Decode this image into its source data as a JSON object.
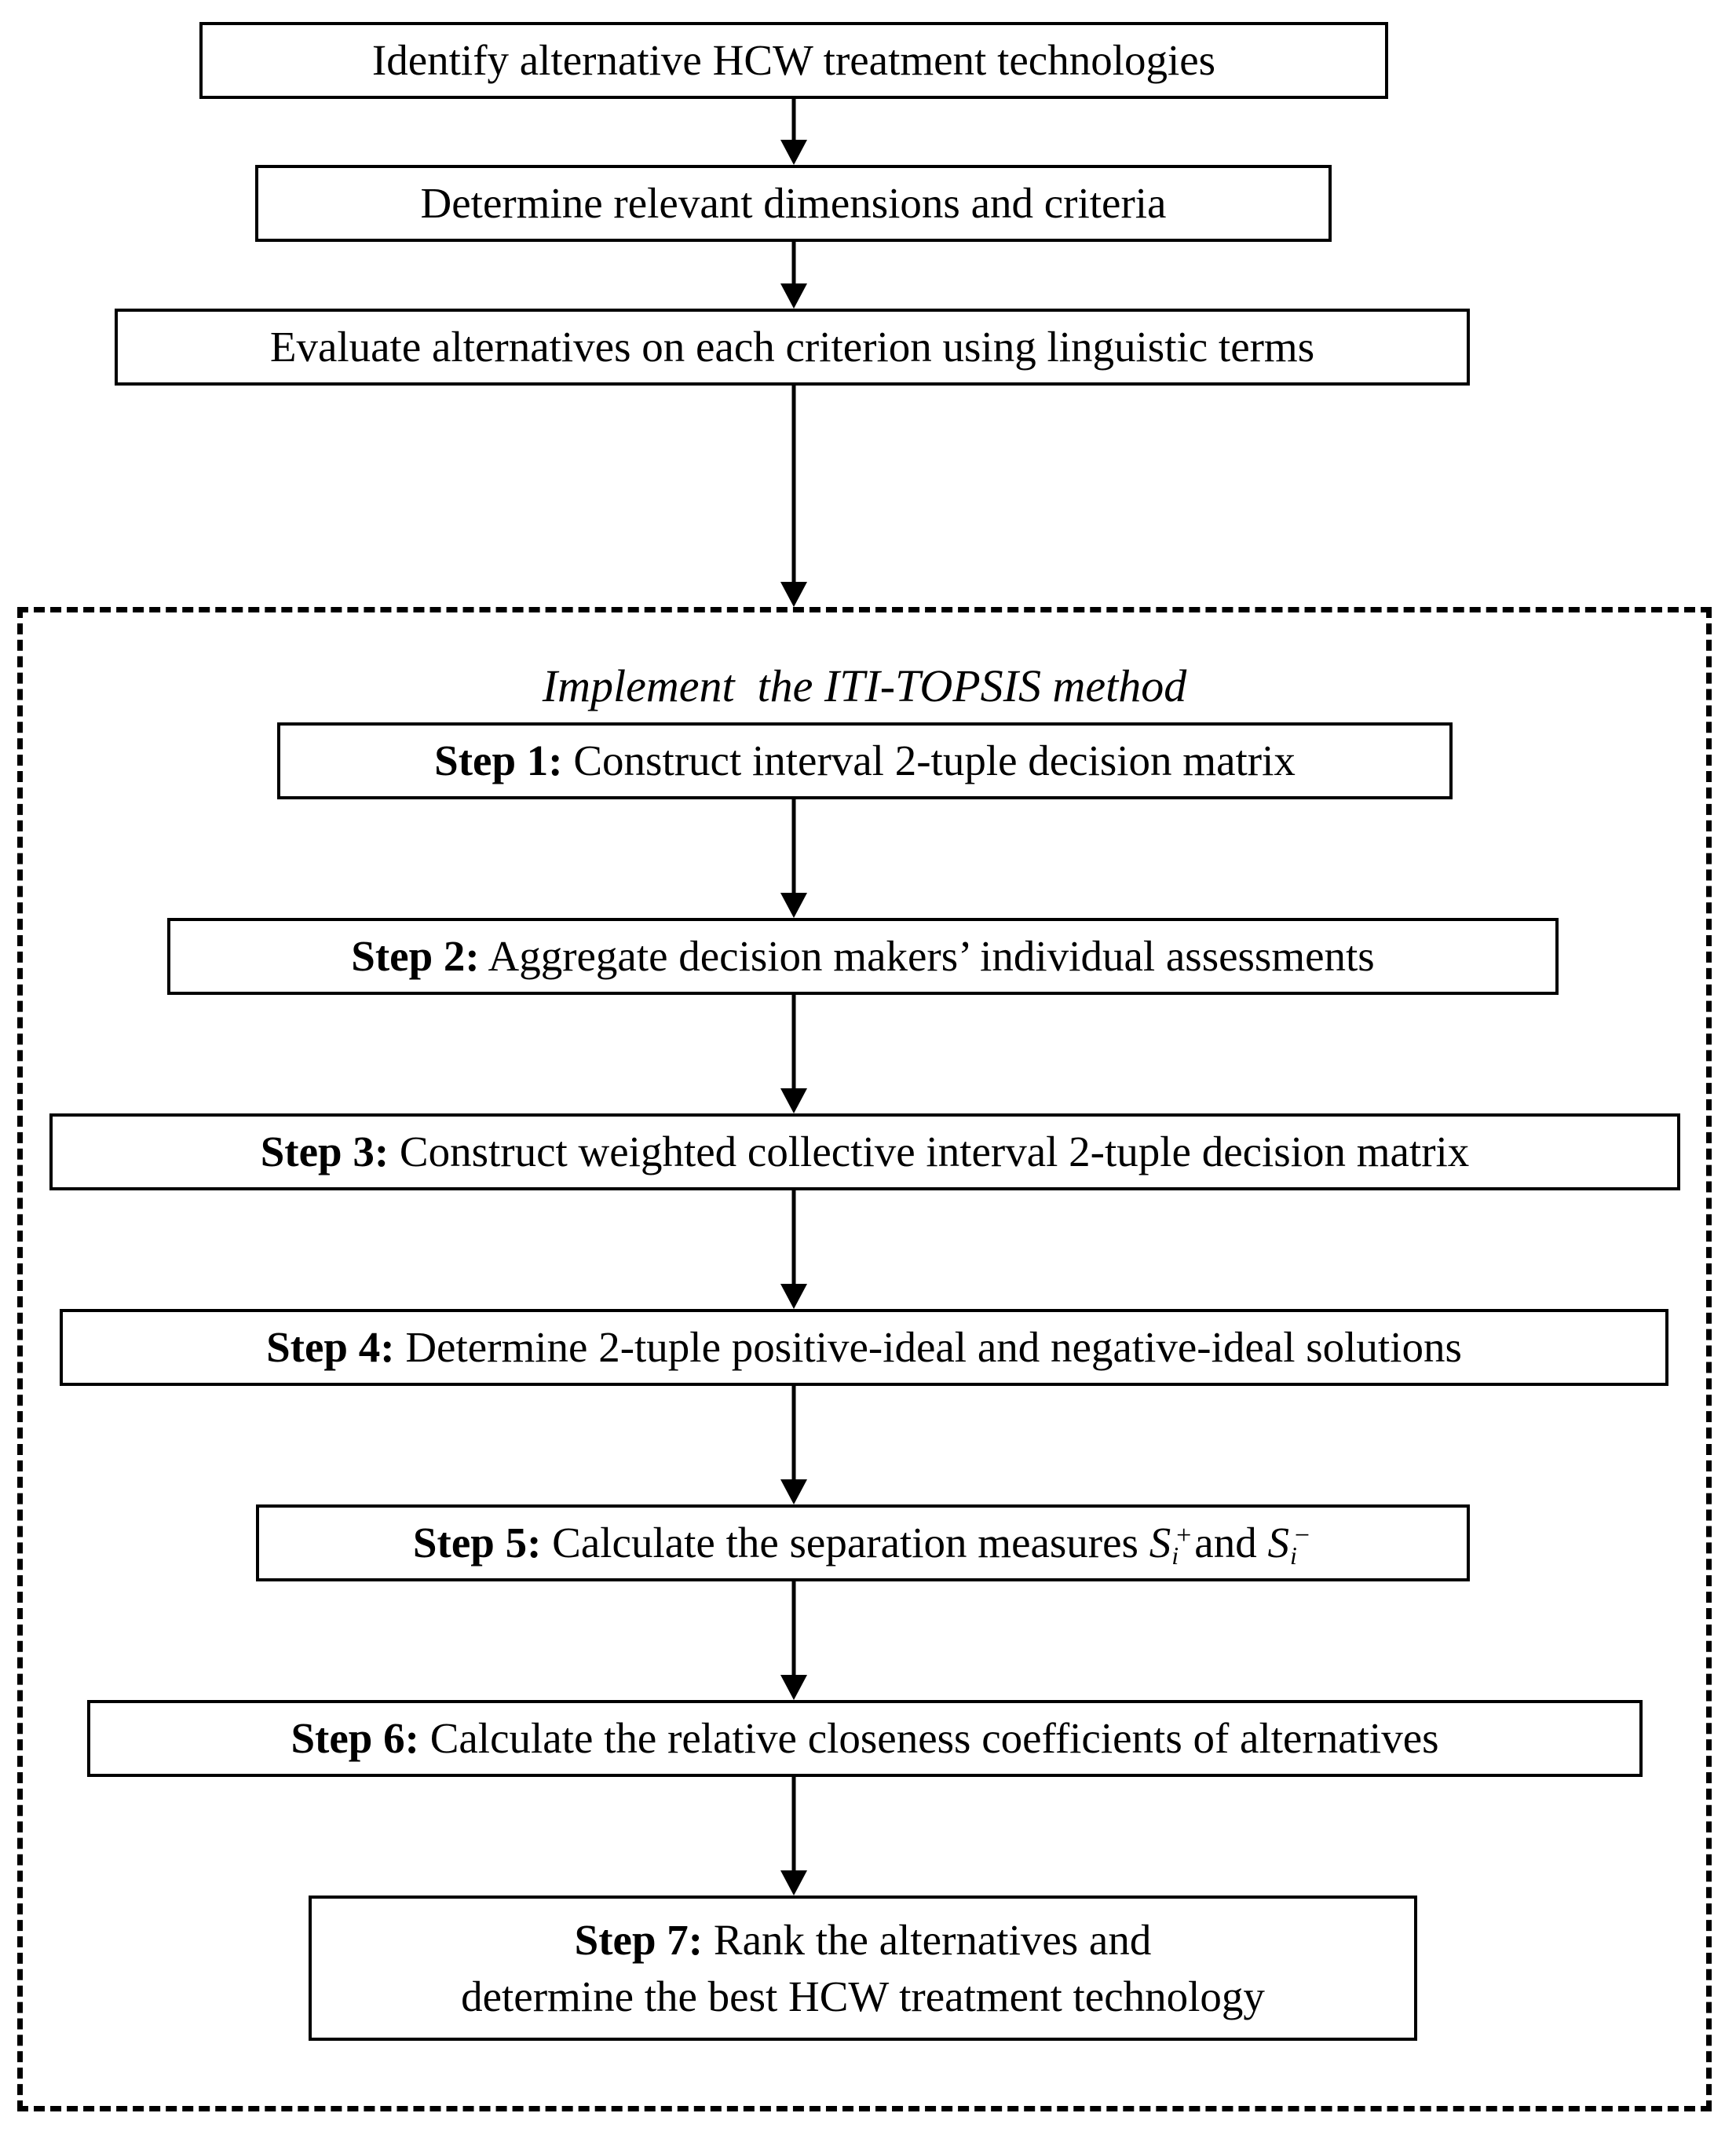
{
  "diagram": {
    "title": "ITI-TOPSIS HCW treatment technology selection flowchart",
    "colors": {
      "line": "#000000",
      "background": "#ffffff",
      "text": "#000000"
    }
  },
  "preliminary_steps": [
    {
      "id": "identify",
      "label": "Identify alternative HCW treatment technologies"
    },
    {
      "id": "determine-criteria",
      "label": "Determine relevant dimensions and criteria"
    },
    {
      "id": "evaluate",
      "label": "Evaluate alternatives on each criterion using linguistic terms"
    }
  ],
  "method_group": {
    "title": "Implement  the ITI-TOPSIS method",
    "border_style": "dashed",
    "steps": [
      {
        "id": "step-1",
        "number": "Step 1:",
        "text": "Construct interval 2-tuple decision matrix"
      },
      {
        "id": "step-2",
        "number": "Step 2:",
        "text": "Aggregate decision makers’ individual assessments"
      },
      {
        "id": "step-3",
        "number": "Step 3:",
        "text": "Construct weighted collective interval 2-tuple decision matrix"
      },
      {
        "id": "step-4",
        "number": "Step 4:",
        "text": "Determine 2-tuple positive-ideal and negative-ideal solutions"
      },
      {
        "id": "step-5",
        "number": "Step 5:",
        "text_before": "Calculate the separation measures",
        "math": {
          "var": "S",
          "sub": "i",
          "sup_positive": "+",
          "sup_negative": "−",
          "conjunction": "and"
        }
      },
      {
        "id": "step-6",
        "number": "Step 6:",
        "text": "Calculate the relative closeness coefficients of alternatives"
      },
      {
        "id": "step-7",
        "number": "Step 7:",
        "text_line1": "Rank the alternatives and",
        "text_line2": "determine the best HCW treatment technology"
      }
    ]
  },
  "connectors": {
    "count": 9,
    "direction": "down",
    "style": "solid-line-with-solid-arrowhead"
  }
}
